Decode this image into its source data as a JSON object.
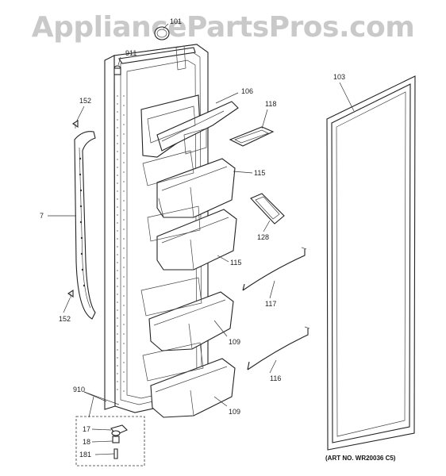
{
  "watermark": "AppliancePartsPros.com",
  "art_number": "(ART NO. WR20036 C5)",
  "callouts": {
    "c101": "101",
    "c911": "911",
    "c106": "106",
    "c118": "118",
    "c103": "103",
    "c152a": "152",
    "c115a": "115",
    "c7": "7",
    "c128": "128",
    "c115b": "115",
    "c117": "117",
    "c152b": "152",
    "c109a": "109",
    "c116": "116",
    "c910": "910",
    "c109b": "109",
    "c17": "17",
    "c18": "18",
    "c181": "181"
  }
}
